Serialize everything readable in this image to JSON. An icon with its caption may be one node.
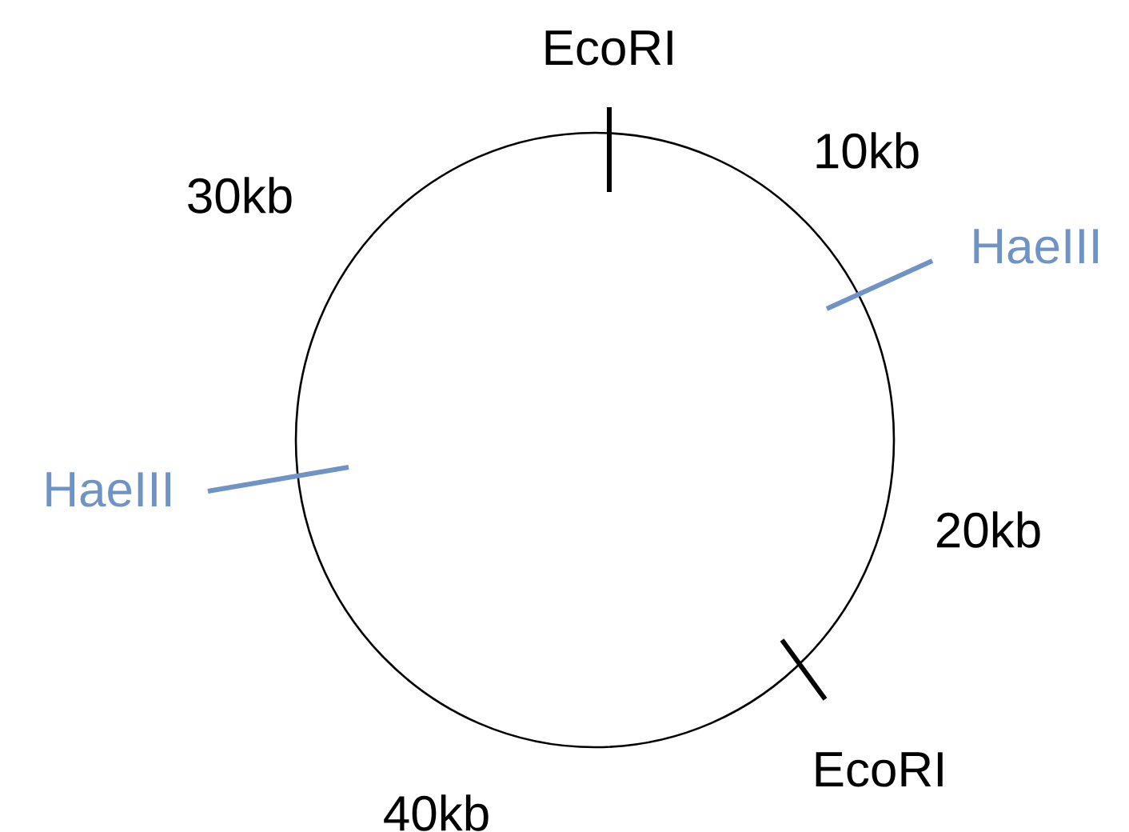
{
  "diagram": {
    "labels": [
      "EcoRI",
      "10kb",
      "30kb",
      "HaeIII",
      "HaeIII",
      "20kb",
      "EcoRI",
      "40kb"
    ]
  }
}
